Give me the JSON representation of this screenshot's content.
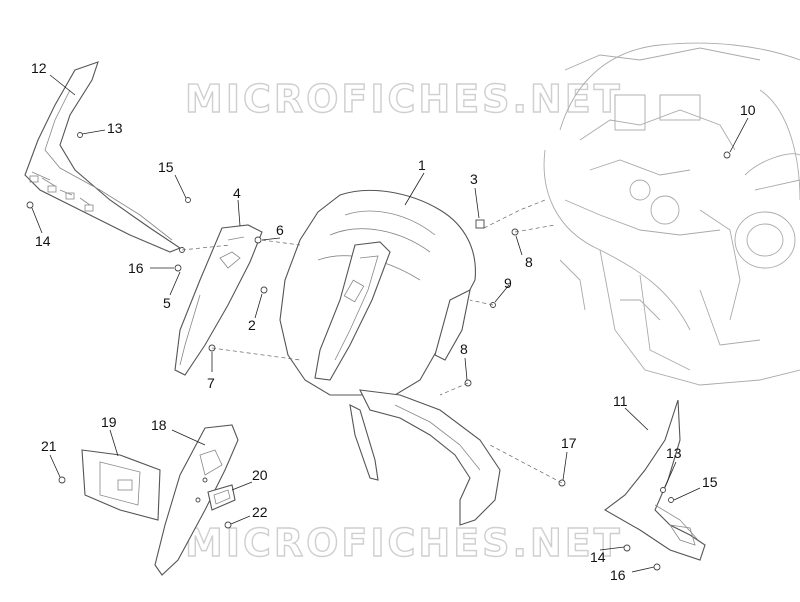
{
  "watermark": "MICROFICHES.NET",
  "callouts": [
    {
      "id": "c1",
      "text": "1"
    },
    {
      "id": "c2",
      "text": "2"
    },
    {
      "id": "c3",
      "text": "3"
    },
    {
      "id": "c4",
      "text": "4"
    },
    {
      "id": "c5",
      "text": "5"
    },
    {
      "id": "c6",
      "text": "6"
    },
    {
      "id": "c7",
      "text": "7"
    },
    {
      "id": "c8a",
      "text": "8"
    },
    {
      "id": "c8b",
      "text": "8"
    },
    {
      "id": "c9",
      "text": "9"
    },
    {
      "id": "c10",
      "text": "10"
    },
    {
      "id": "c11",
      "text": "11"
    },
    {
      "id": "c12",
      "text": "12"
    },
    {
      "id": "c13a",
      "text": "13"
    },
    {
      "id": "c13b",
      "text": "13"
    },
    {
      "id": "c14a",
      "text": "14"
    },
    {
      "id": "c14b",
      "text": "14"
    },
    {
      "id": "c15a",
      "text": "15"
    },
    {
      "id": "c15b",
      "text": "15"
    },
    {
      "id": "c16a",
      "text": "16"
    },
    {
      "id": "c16b",
      "text": "16"
    },
    {
      "id": "c17",
      "text": "17"
    },
    {
      "id": "c18",
      "text": "18"
    },
    {
      "id": "c19",
      "text": "19"
    },
    {
      "id": "c20",
      "text": "20"
    },
    {
      "id": "c21",
      "text": "21"
    },
    {
      "id": "c22",
      "text": "22"
    }
  ]
}
